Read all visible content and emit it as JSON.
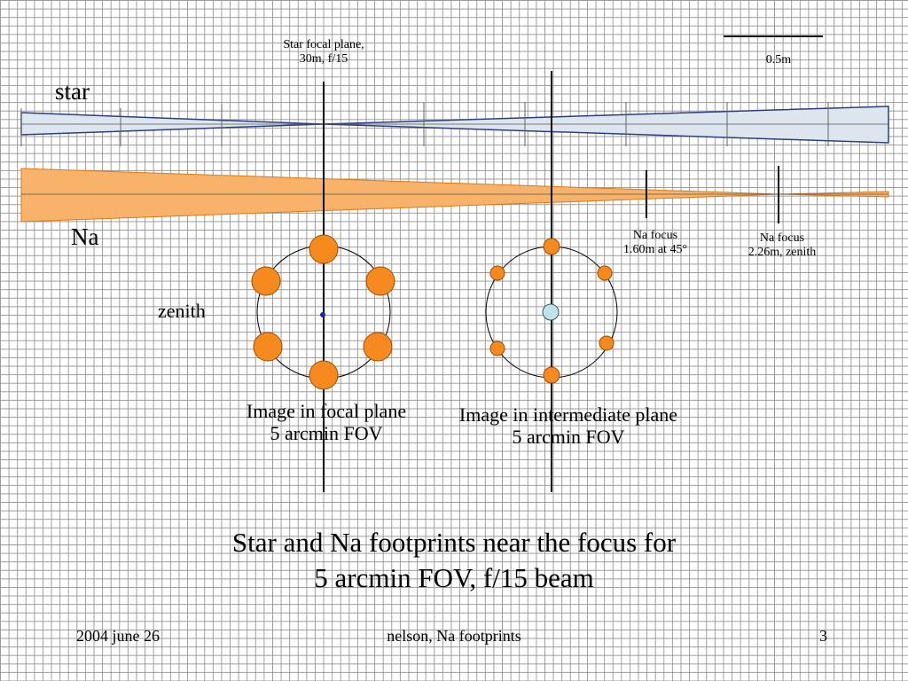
{
  "labels": {
    "star_focal_plane_line1": "Star focal plane,",
    "star_focal_plane_line2": "30m, f/15",
    "scale_bar": "0.5m",
    "star": "star",
    "na": "Na",
    "na_focus_45_line1": "Na focus",
    "na_focus_45_line2": "1.60m at 45°",
    "na_focus_zenith_line1": "Na focus",
    "na_focus_zenith_line2": "2.26m, zenith",
    "zenith": "zenith",
    "focal_image_line1": "Image in focal plane",
    "focal_image_line2": "5 arcmin FOV",
    "intermediate_image_line1": "Image in intermediate plane",
    "intermediate_image_line2": "5 arcmin FOV"
  },
  "title": {
    "line1": "Star and Na footprints near the focus for",
    "line2": "5 arcmin FOV, f/15 beam"
  },
  "footer": {
    "date": "2004 june 26",
    "center": "nelson, Na footprints",
    "page": "3"
  },
  "colors": {
    "star_beam_fill": "#dde6ee",
    "star_beam_line": "#2c3e80",
    "na_beam_fill": "#f8b26a",
    "na_beam_line": "#d97a14",
    "spot_fill": "#f68a1e",
    "star_spot_fill": "#bfe3e6"
  }
}
